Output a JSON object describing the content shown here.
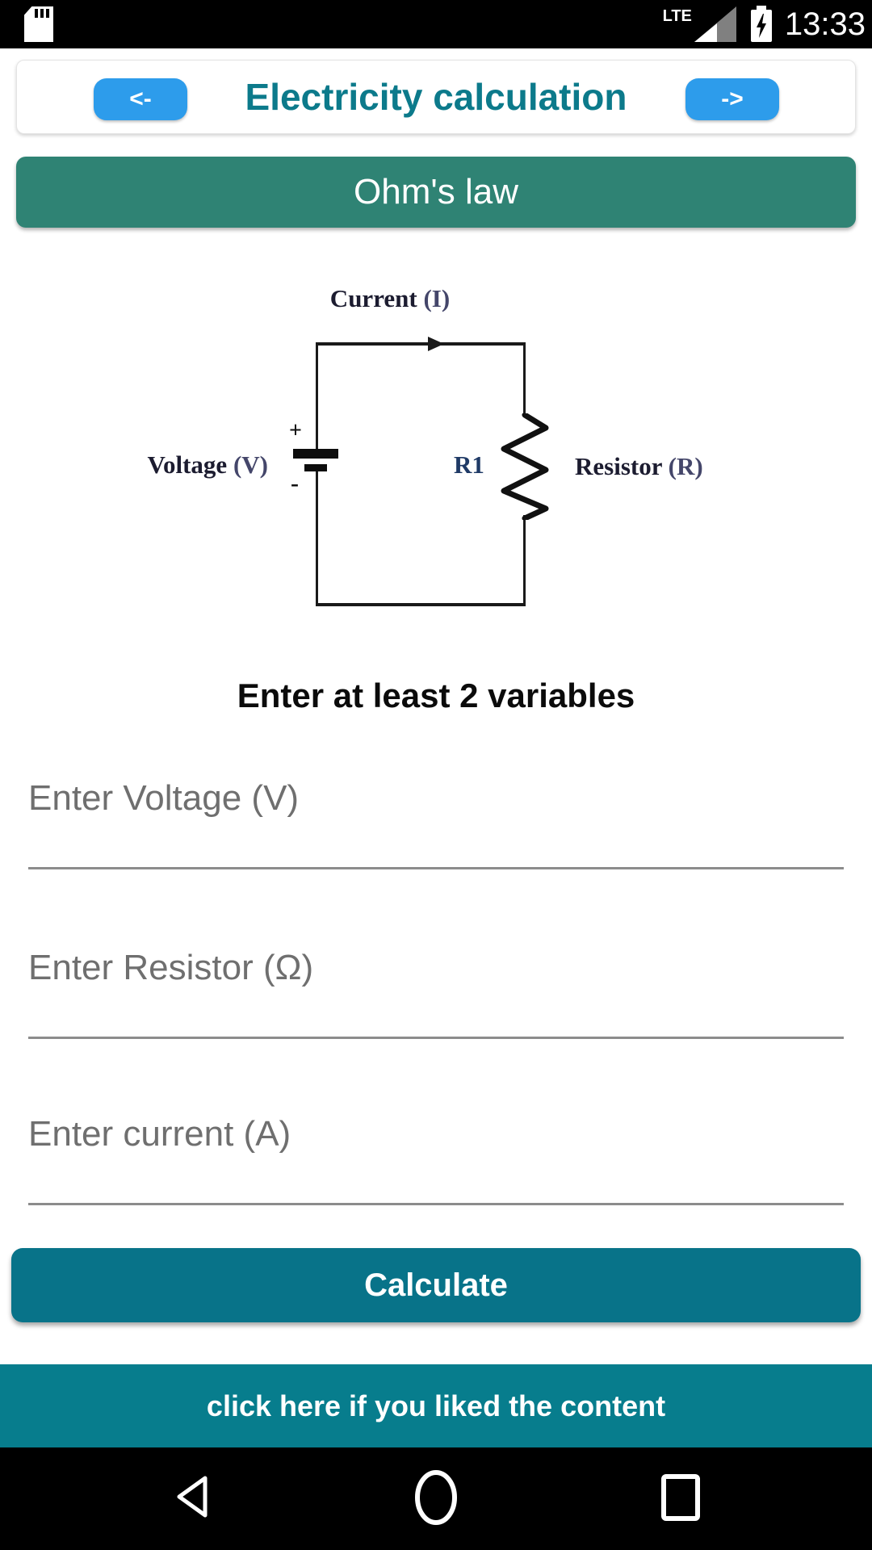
{
  "status_bar": {
    "time": "13:33",
    "network_label": "LTE",
    "icons": {
      "sd_card": "sd-card-icon",
      "signal": "cellular-signal-icon",
      "battery": "battery-charging-icon"
    }
  },
  "header": {
    "back_label": "<-",
    "title": "Electricity calculation",
    "forward_label": "->"
  },
  "law_banner": {
    "label": "Ohm's law"
  },
  "circuit": {
    "current_word": "Current",
    "current_symbol": "(I)",
    "voltage_word": "Voltage",
    "voltage_symbol": "(V)",
    "resistor_ref": "R1",
    "resistor_word": "Resistor",
    "resistor_symbol": "(R)",
    "battery_plus": "+",
    "battery_minus": "-"
  },
  "form": {
    "instruction": "Enter at least 2 variables",
    "voltage_placeholder": "Enter Voltage (V)",
    "resistor_placeholder": "Enter Resistor (Ω)",
    "current_placeholder": "Enter current (A)",
    "calculate_label": "Calculate"
  },
  "footer": {
    "like_label": "click here if you liked the content"
  },
  "colors": {
    "accent_blue": "#2d9ceb",
    "title_teal": "#0c7a8b",
    "law_green": "#2f8374",
    "button_teal": "#087389",
    "banner_teal": "#077d8d"
  }
}
